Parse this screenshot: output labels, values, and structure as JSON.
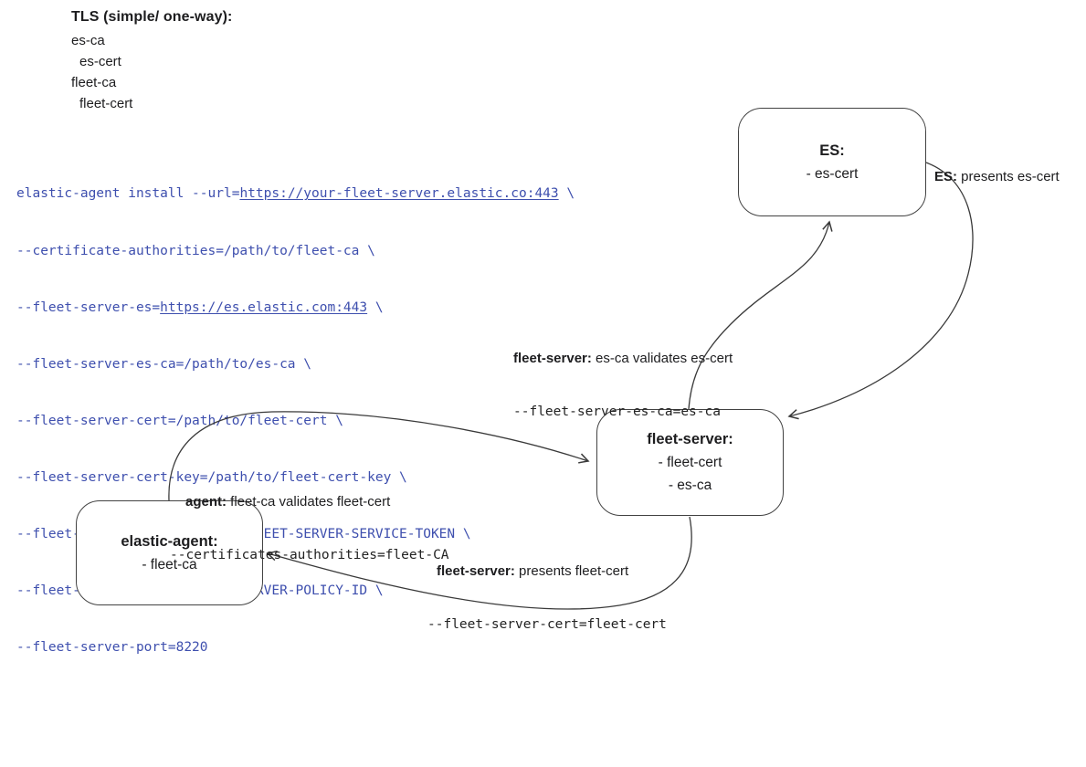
{
  "legend": {
    "title": "TLS (simple/ one-way):",
    "items": [
      {
        "label": "es-ca"
      },
      {
        "label": "es-cert"
      },
      {
        "label": "fleet-ca"
      },
      {
        "label": "fleet-cert"
      }
    ]
  },
  "code": {
    "lines": [
      {
        "segments": [
          {
            "text": "elastic-agent install --url="
          },
          {
            "text": "https://your-fleet-server.elastic.co:443"
          },
          {
            "text": " \\"
          }
        ]
      },
      {
        "segments": [
          {
            "text": "--certificate-authorities=/path/to/fleet-ca \\"
          }
        ]
      },
      {
        "segments": [
          {
            "text": "--fleet-server-es="
          },
          {
            "text": "https://es.elastic.com:443"
          },
          {
            "text": " \\"
          }
        ]
      },
      {
        "segments": [
          {
            "text": "--fleet-server-es-ca=/path/to/es-ca \\"
          }
        ]
      },
      {
        "segments": [
          {
            "text": "--fleet-server-cert=/path/to/fleet-cert \\"
          }
        ]
      },
      {
        "segments": [
          {
            "text": "--fleet-server-cert-key=/path/to/fleet-cert-key \\"
          }
        ]
      },
      {
        "segments": [
          {
            "text": "--fleet-server-service-token=FLEET-SERVER-SERVICE-TOKEN \\"
          }
        ]
      },
      {
        "segments": [
          {
            "text": "--fleet-server-policy=FLEET-SERVER-POLICY-ID \\"
          }
        ]
      },
      {
        "segments": [
          {
            "text": "--fleet-server-port=8220"
          }
        ]
      }
    ]
  },
  "nodes": {
    "es": {
      "title": "ES:",
      "items": [
        "- es-cert"
      ]
    },
    "fleet_server": {
      "title": "fleet-server:",
      "items": [
        "- fleet-cert",
        "- es-ca"
      ]
    },
    "elastic_agent": {
      "title": "elastic-agent:",
      "items": [
        "- fleet-ca"
      ]
    }
  },
  "edge_labels": {
    "es_presents": {
      "bold": "ES:",
      "rest": " presents es-cert"
    },
    "fleet_validates": {
      "bold": "fleet-server:",
      "rest": " es-ca validates es-cert",
      "code": "--fleet-server-es-ca=es-ca"
    },
    "agent_validates": {
      "bold": "agent:",
      "rest": " fleet-ca validates fleet-cert",
      "code": "--certificates-authorities=fleet-CA"
    },
    "fleet_presents": {
      "bold": "fleet-server:",
      "rest": " presents fleet-cert",
      "code": "--fleet-server-cert=fleet-cert"
    }
  },
  "colors": {
    "code_text": "#3e4fae",
    "edge_stroke": "#3a3a3a",
    "box_border": "#424242",
    "text": "#1d1d1f",
    "background": "#ffffff"
  }
}
